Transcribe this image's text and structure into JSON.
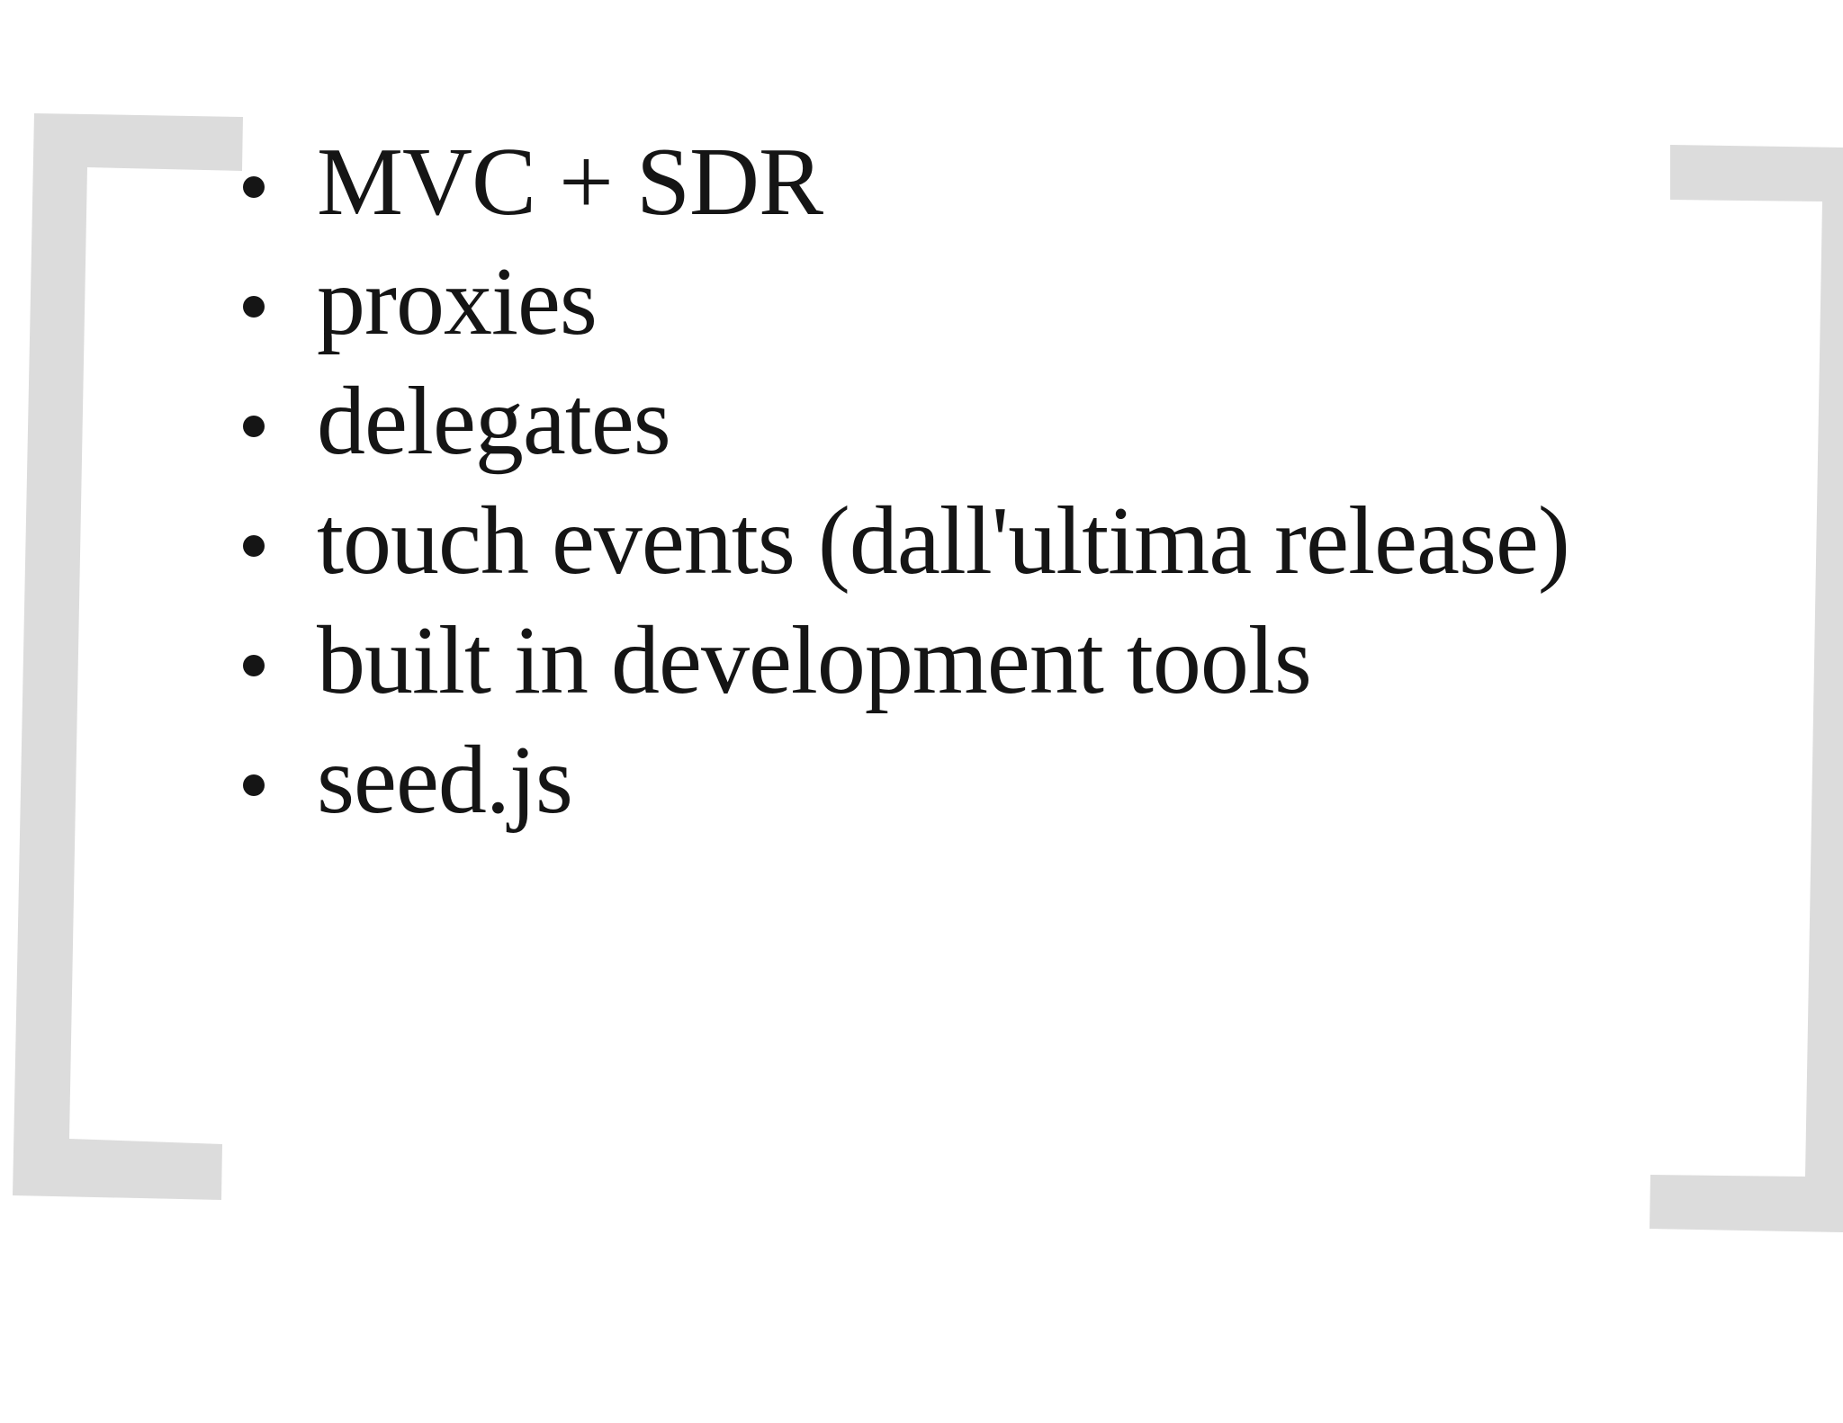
{
  "slide": {
    "bracket_color": "#dcdcdc",
    "text_color": "#151515",
    "items": [
      {
        "label": "MVC + SDR"
      },
      {
        "label": "proxies"
      },
      {
        "label": "delegates"
      },
      {
        "label": "touch events (dall'ultima release)"
      },
      {
        "label": "built in development tools"
      },
      {
        "label": "seed.js"
      }
    ]
  }
}
